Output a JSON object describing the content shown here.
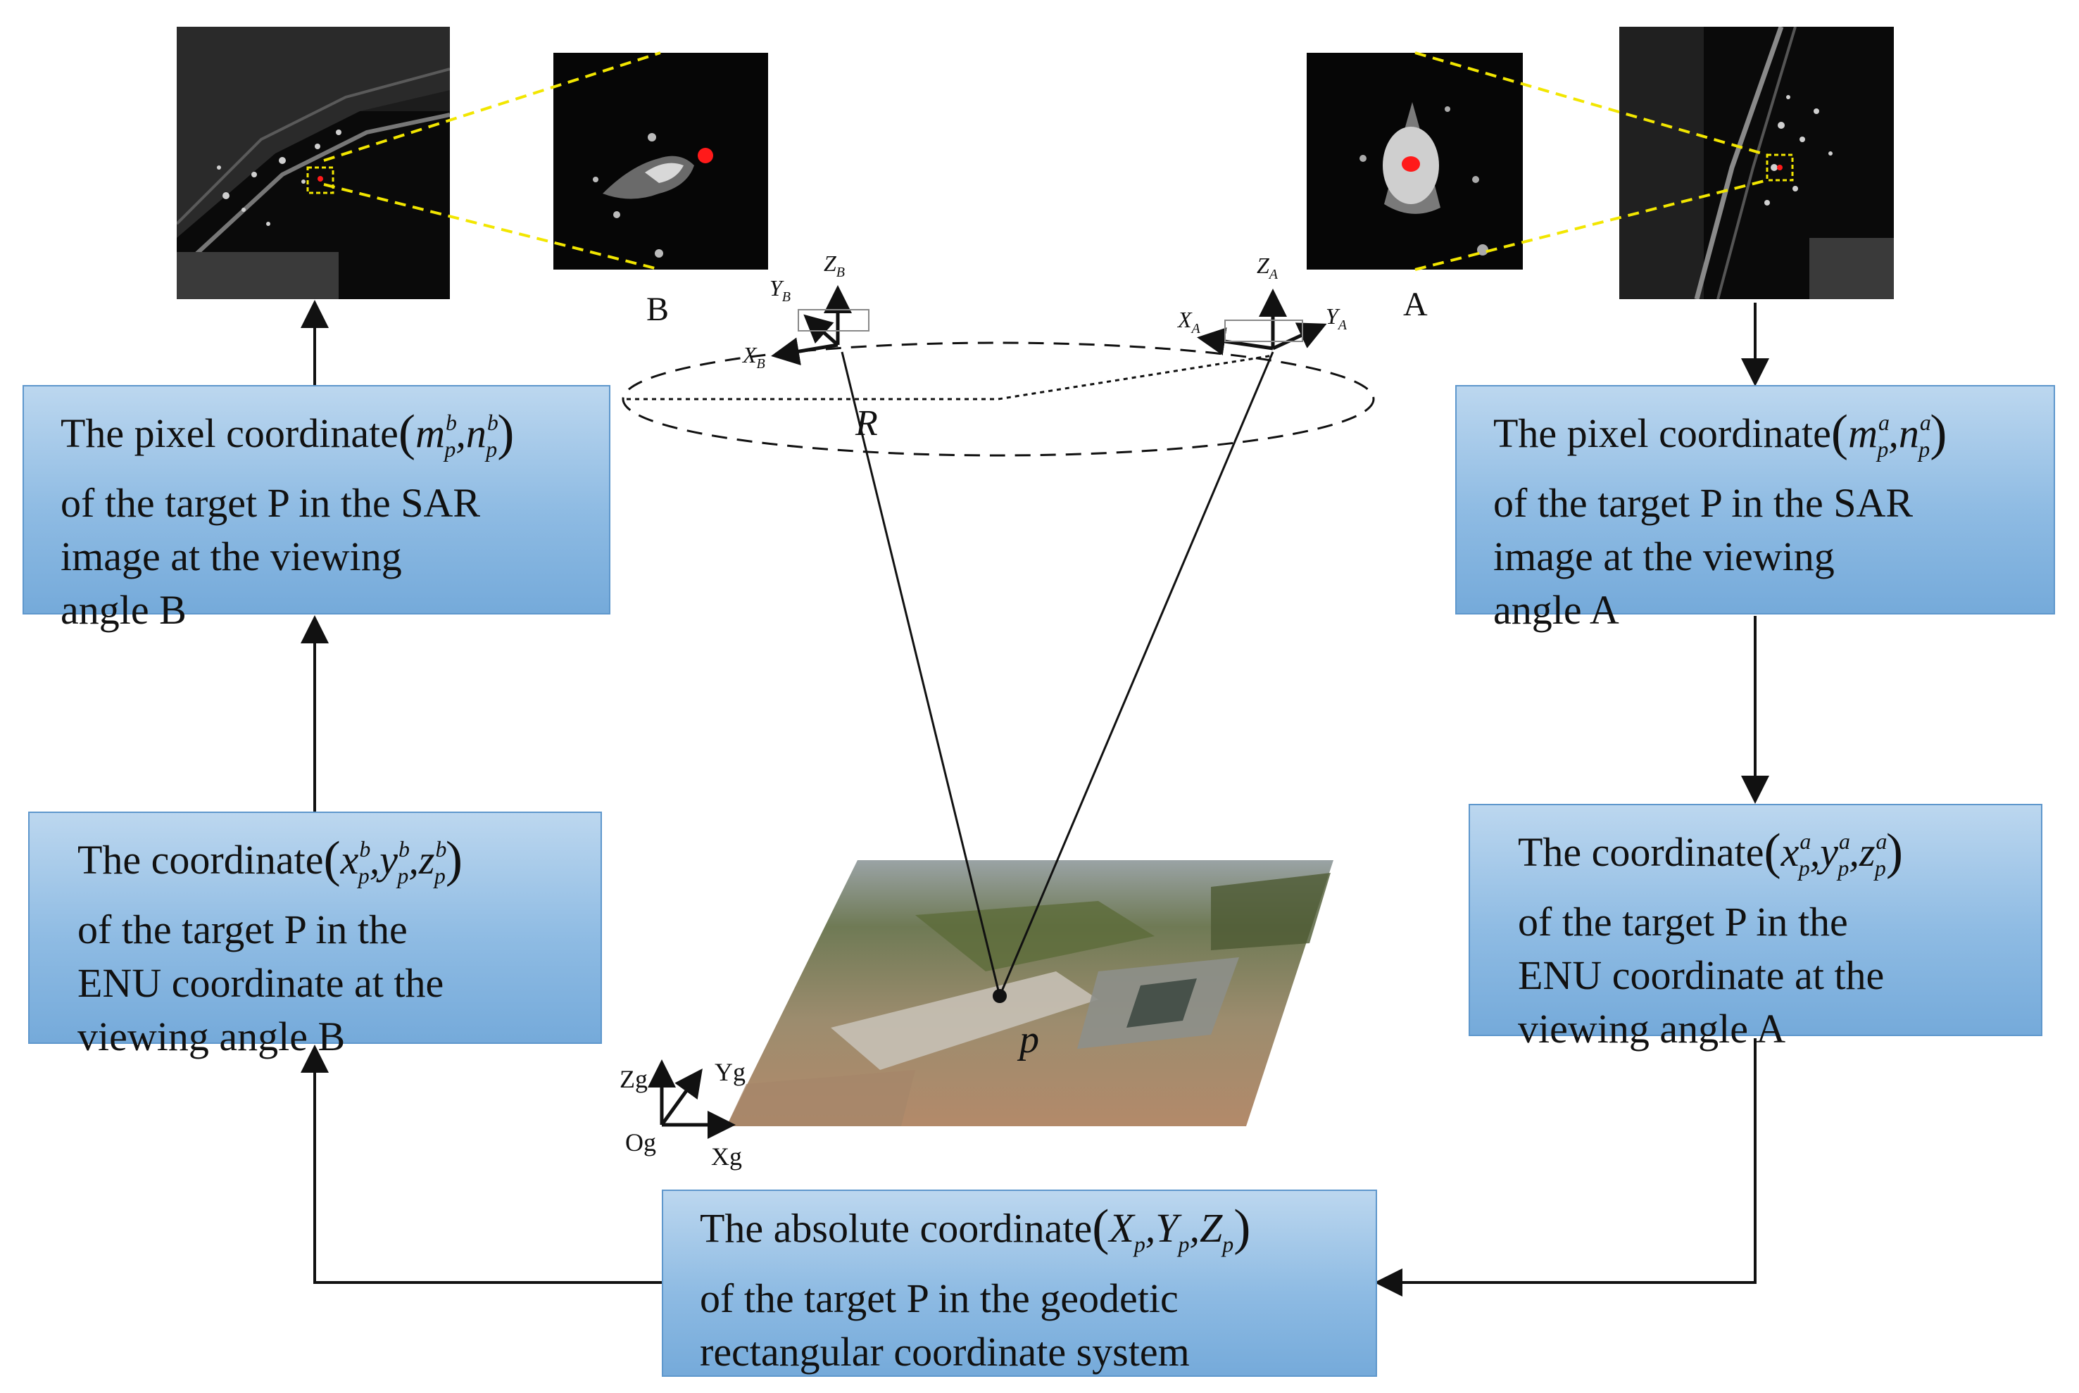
{
  "boxes": {
    "pixel_b": {
      "line1": "The pixel coordinate",
      "math": {
        "m": "m",
        "n": "n",
        "p": "p",
        "sup": "b"
      },
      "line2": "of the target P in the SAR",
      "line3": "image at the viewing",
      "line4": "angle B"
    },
    "pixel_a": {
      "line1": "The pixel coordinate",
      "math": {
        "m": "m",
        "n": "n",
        "p": "p",
        "sup": "a"
      },
      "line2": "of the target P in the SAR",
      "line3": "image at the viewing",
      "line4": "angle A"
    },
    "enu_b": {
      "line1": "The coordinate",
      "math": {
        "x": "x",
        "y": "y",
        "z": "z",
        "p": "p",
        "sup": "b"
      },
      "line2": "of the target P in the",
      "line3": "ENU coordinate at the",
      "line4": "viewing angle B"
    },
    "enu_a": {
      "line1": "The coordinate",
      "math": {
        "x": "x",
        "y": "y",
        "z": "z",
        "p": "p",
        "sup": "a"
      },
      "line2": "of the target P in the",
      "line3": "ENU coordinate at the",
      "line4": "viewing angle A"
    },
    "absolute": {
      "line1": "The absolute coordinate",
      "math": {
        "X": "X",
        "Y": "Y",
        "Z": "Z",
        "p": "p"
      },
      "line2": "of the target P in the geodetic",
      "line3": "rectangular coordinate system"
    }
  },
  "labels": {
    "view_b": "B",
    "view_a": "A",
    "radius": "R",
    "target": "p"
  },
  "axes": {
    "b": {
      "z": "Z",
      "y": "Y",
      "x": "X",
      "sub": "B"
    },
    "a": {
      "z": "Z",
      "y": "Y",
      "x": "X",
      "sub": "A"
    },
    "ground": {
      "z": "Zg",
      "y": "Yg",
      "x": "Xg",
      "origin": "Og"
    }
  },
  "colors": {
    "box_fill": "#8ebbe3",
    "box_border": "#5e97cc",
    "zoom_line": "#f2e600",
    "target_dot": "#ff1a1a",
    "arrow": "#111111"
  }
}
